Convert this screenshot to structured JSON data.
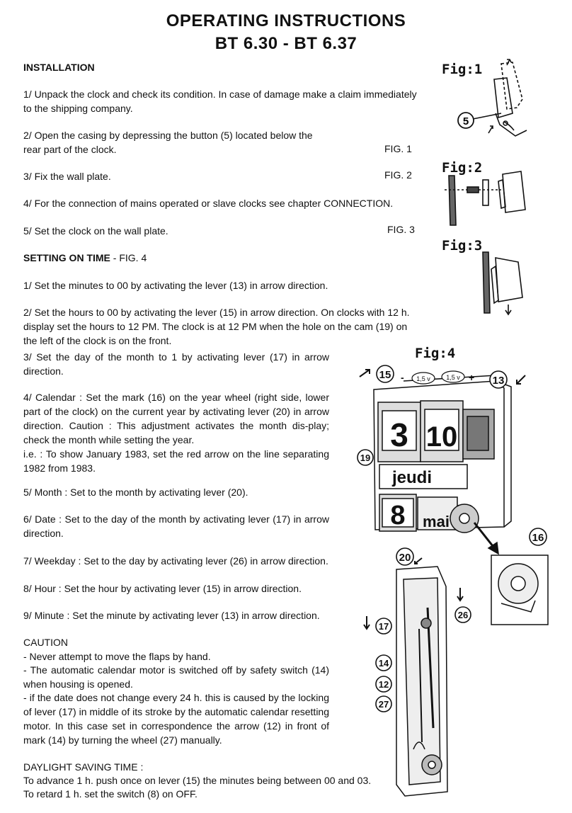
{
  "title_line1": "OPERATING INSTRUCTIONS",
  "title_line2": "BT 6.30 - BT 6.37",
  "installation": {
    "heading": "INSTALLATION",
    "step1": "1/ Unpack the clock and check its condition. In case of damage make a claim immediately to the shipping company.",
    "step2": "2/ Open the casing by depressing the button (5) located below the rear part of the clock.",
    "step2_ref": "FIG. 1",
    "step3": "3/ Fix the wall plate.",
    "step3_ref": "FIG. 2",
    "step4": "4/ For the connection of mains operated or slave clocks see chapter CONNECTION.",
    "step5": "5/ Set the clock on the wall plate.",
    "step5_ref": "FIG. 3"
  },
  "setting": {
    "heading": "SETTING ON TIME",
    "heading_ref": " - FIG. 4",
    "step1": "1/ Set the minutes to 00 by activating the lever (13) in arrow direction.",
    "step2": "2/ Set the hours to 00 by activating the lever (15) in arrow direction. On clocks with 12 h. display set the hours to 12 PM. The clock is at 12 PM when the hole on the cam (19) on the left of the clock is on the front.",
    "step3": "3/ Set the day of the month to 1 by activating lever (17) in arrow direction.",
    "step4a": "4/ Calendar : Set the mark (16) on the year wheel (right side, lower part of the clock) on the current year by activating lever (20) in arrow direction. Caution : This adjustment activates the month dis-play; check the month while setting the year.",
    "step4b": "i.e. : To show January 1983, set the red arrow on the line separating 1982 from 1983.",
    "step5": "5/ Month : Set to the month by activating lever (20).",
    "step6": "6/ Date : Set to the day of the month by activating lever (17) in arrow direction.",
    "step7": "7/ Weekday : Set to the day by activating lever (26) in arrow direction.",
    "step8": "8/ Hour : Set the hour by activating lever (15) in arrow direction.",
    "step9": "9/ Minute : Set the minute by activating lever (13) in arrow direction."
  },
  "caution": {
    "heading": "CAUTION",
    "line1": "- Never attempt to move the flaps by hand.",
    "line2": "- The automatic calendar motor is switched off by safety switch (14) when housing is opened.",
    "line3": "- if the date does not change every 24 h. this is caused by the locking of lever (17) in middle of its stroke by the automatic calendar resetting motor. In this case set in correspondence the arrow (12) in front of mark (14) by turning the wheel (27) manually."
  },
  "dst": {
    "heading": "DAYLIGHT SAVING TIME :",
    "line1": "To advance 1 h. push once on lever (15) the minutes being between 00 and 03.",
    "line2": "To retard 1 h. set the switch (8) on OFF."
  },
  "figures": {
    "fig1": "Fig:1",
    "fig2": "Fig:2",
    "fig3": "Fig:3",
    "fig4": "Fig:4",
    "fig1_callout": "5",
    "fig4_callouts": [
      "15",
      "13",
      "19",
      "20",
      "16",
      "26",
      "17",
      "14",
      "12",
      "27"
    ],
    "battery_label": "1,5 v",
    "battery_minus": "-",
    "battery_plus": "+",
    "flap_hour": "3",
    "flap_minute": "10",
    "flap_weekday": "jeudi",
    "flap_date": "8",
    "flap_month": "mai"
  }
}
